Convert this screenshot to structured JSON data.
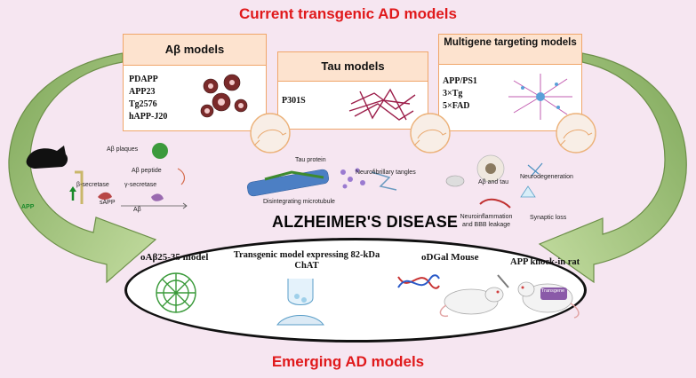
{
  "title_top": "Current transgenic AD models",
  "title_bottom": "Emerging AD models",
  "center_title": "ALZHEIMER'S DISEASE",
  "boxes": {
    "abeta": {
      "title": "Aβ models",
      "models": [
        "PDAPP",
        "APP23",
        "Tg2576",
        "hAPP-J20"
      ]
    },
    "tau": {
      "title": "Tau models",
      "models": [
        "P301S"
      ]
    },
    "multigene": {
      "title": "Multigene targeting models",
      "models": [
        "APP/PS1",
        "3×Tg",
        "5×FAD"
      ]
    }
  },
  "pathway": {
    "abeta_plaques": "Aβ plaques",
    "abeta_peptide": "Aβ peptide",
    "beta_secretase": "β-secretase",
    "gamma_secretase": "γ-secretase",
    "app": "APP",
    "sapp": "sAPP",
    "abeta": "Aβ"
  },
  "tau_panel": {
    "tau_protein": "Tau protein",
    "neurofibrillary_tangles": "Neurofibrillary tangles",
    "disintegrating_microtubule": "Disintegrating microtubule"
  },
  "pathology": {
    "abeta_tau": "Aβ and tau",
    "neurodegeneration": "Neurodegeneration",
    "neuroinflammation": "Neuroinflammation and BBB leakage",
    "synaptic_loss": "Synaptic loss"
  },
  "emerging": {
    "oabeta": "oAβ25-35 model",
    "chat": "Transgenic model expressing 82-kDa ChAT",
    "odgal": "oDGal Mouse",
    "knockin": "APP knock-in rat",
    "transgene": "Transgene"
  },
  "colors": {
    "title_red": "#e0191b",
    "box_border": "#f0a66a",
    "box_header": "#fde3cf",
    "arrow_green": "#a9c87a",
    "background": "#f6e6f1"
  }
}
